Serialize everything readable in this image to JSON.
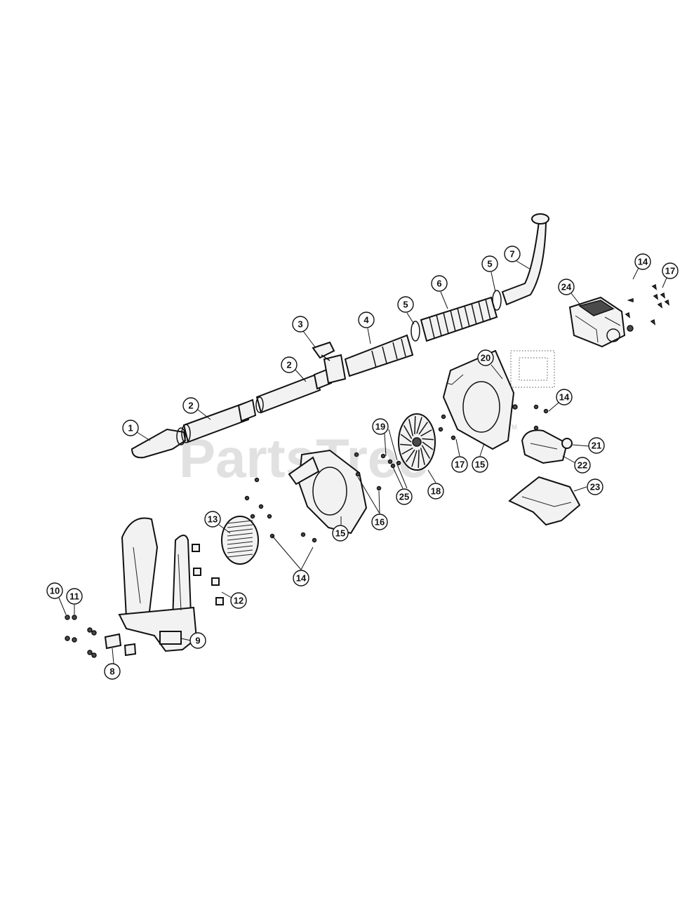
{
  "watermark": {
    "text": "PartsTree",
    "trademark": "TM"
  },
  "callouts": [
    {
      "label": "1"
    },
    {
      "label": "2"
    },
    {
      "label": "2"
    },
    {
      "label": "3"
    },
    {
      "label": "4"
    },
    {
      "label": "5"
    },
    {
      "label": "5"
    },
    {
      "label": "6"
    },
    {
      "label": "7"
    },
    {
      "label": "8"
    },
    {
      "label": "9"
    },
    {
      "label": "10"
    },
    {
      "label": "11"
    },
    {
      "label": "12"
    },
    {
      "label": "13"
    },
    {
      "label": "14"
    },
    {
      "label": "14"
    },
    {
      "label": "14"
    },
    {
      "label": "15"
    },
    {
      "label": "15"
    },
    {
      "label": "16"
    },
    {
      "label": "17"
    },
    {
      "label": "17"
    },
    {
      "label": "18"
    },
    {
      "label": "19"
    },
    {
      "label": "20"
    },
    {
      "label": "21"
    },
    {
      "label": "22"
    },
    {
      "label": "23"
    },
    {
      "label": "24"
    },
    {
      "label": "25"
    }
  ]
}
